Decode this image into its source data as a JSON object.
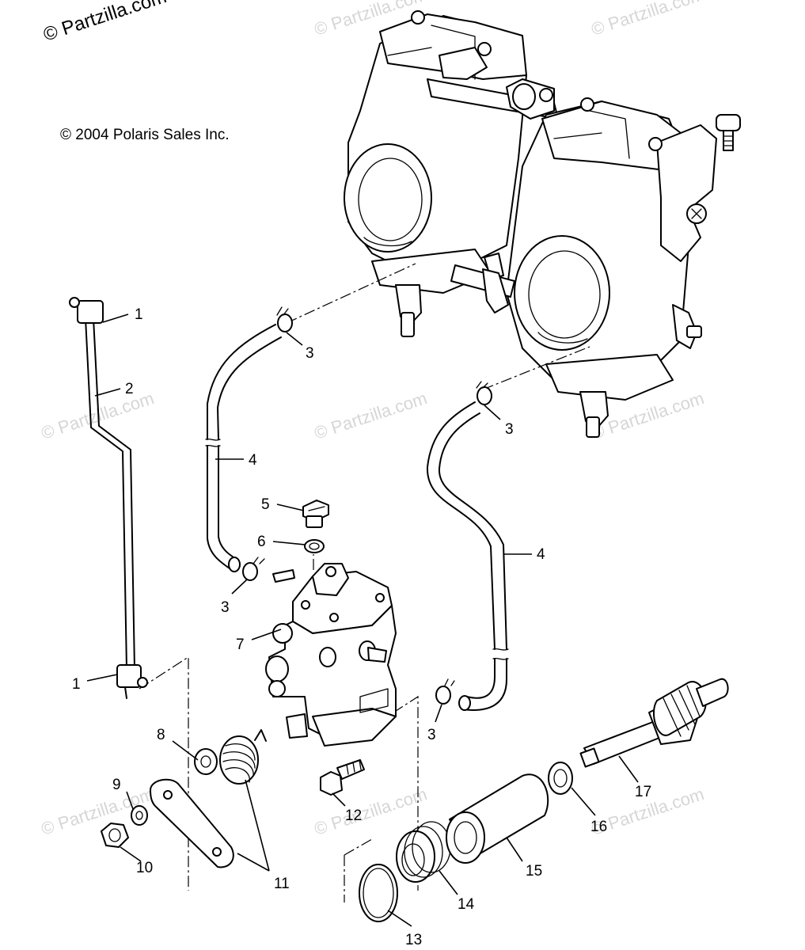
{
  "copyright": "© 2004 Polaris Sales Inc.",
  "watermark": "© Partzilla.com",
  "corner_watermark": "© Partzilla.com",
  "callouts": {
    "c1a": "1",
    "c1b": "1",
    "c2": "2",
    "c3a": "3",
    "c3b": "3",
    "c3c": "3",
    "c3d": "3",
    "c4a": "4",
    "c4b": "4",
    "c5": "5",
    "c6": "6",
    "c7": "7",
    "c8": "8",
    "c9": "9",
    "c10": "10",
    "c11": "11",
    "c12": "12",
    "c13": "13",
    "c14": "14",
    "c15": "15",
    "c16": "16",
    "c17": "17"
  }
}
